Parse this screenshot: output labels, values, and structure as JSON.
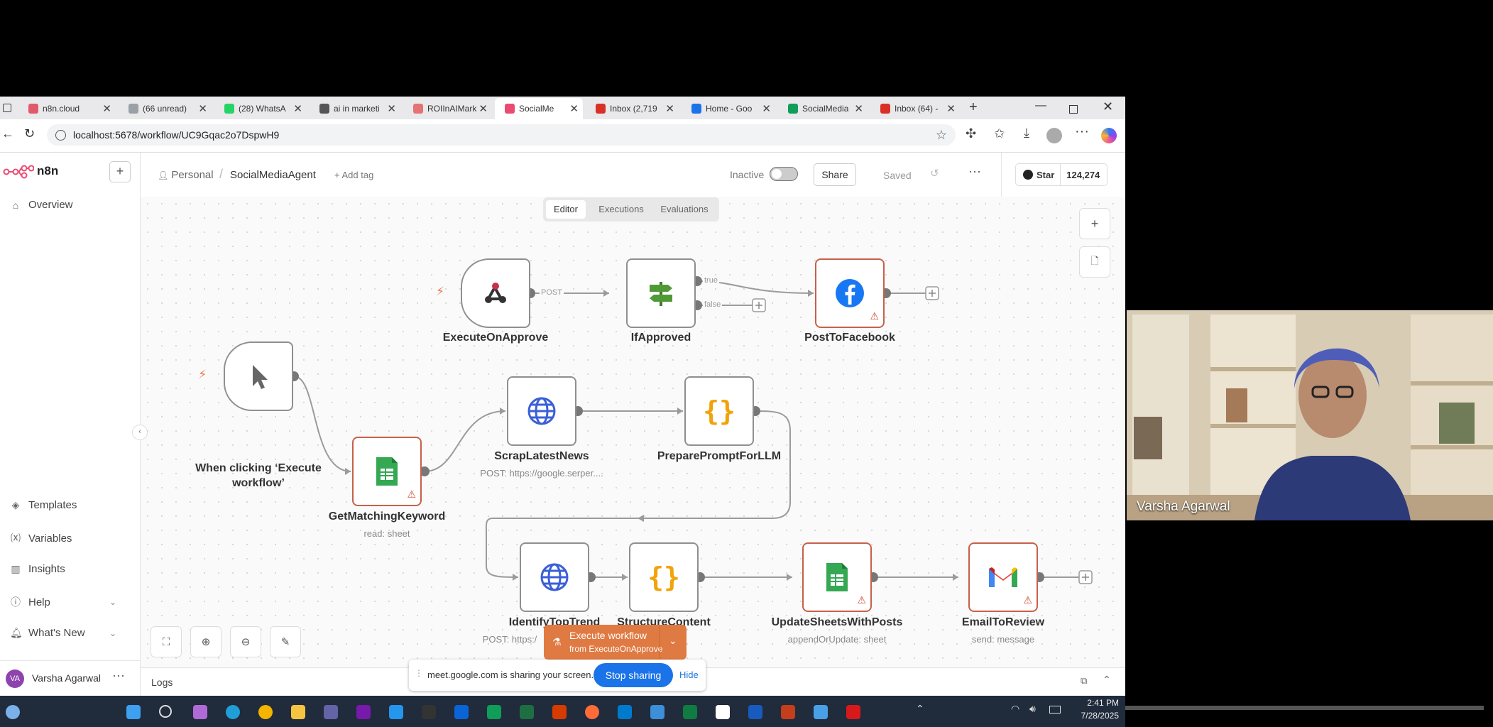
{
  "browser": {
    "tabs": [
      {
        "label": "n8n.cloud",
        "color": "#e05a6a"
      },
      {
        "label": "(66 unread)",
        "color": "#9aa0a6"
      },
      {
        "label": "(28) WhatsA",
        "color": "#25d366"
      },
      {
        "label": "ai in marketi",
        "color": "#555555"
      },
      {
        "label": "ROIInAIMark",
        "color": "#e57373"
      },
      {
        "label": "SocialMe",
        "color": "#ea4b71"
      },
      {
        "label": "Inbox (2,719",
        "color": "#d93025"
      },
      {
        "label": "Home - Goo",
        "color": "#1a73e8"
      },
      {
        "label": "SocialMedia",
        "color": "#0f9d58"
      },
      {
        "label": "Inbox (64) -",
        "color": "#d93025"
      }
    ],
    "url": "localhost:5678/workflow/UC9Gqac2o7DspwH9"
  },
  "app": {
    "logo_text": "n8n",
    "nav_top": [
      {
        "label": "Overview",
        "icon": "home-icon"
      }
    ],
    "nav_bottom": [
      {
        "label": "Templates",
        "icon": "templates-icon"
      },
      {
        "label": "Variables",
        "icon": "variables-icon"
      },
      {
        "label": "Insights",
        "icon": "insights-icon"
      },
      {
        "label": "Help",
        "icon": "help-icon"
      },
      {
        "label": "What's New",
        "icon": "bell-icon"
      }
    ],
    "user": {
      "initials": "VA",
      "name": "Varsha Agarwal"
    }
  },
  "header": {
    "project": "Personal",
    "workflow_name": "SocialMediaAgent",
    "add_tag": "+ Add tag",
    "status": "Inactive",
    "share": "Share",
    "saved": "Saved",
    "star_label": "Star",
    "star_count": "124,274",
    "tabs": [
      "Editor",
      "Executions",
      "Evaluations"
    ]
  },
  "nodes": {
    "execute_on_approve": {
      "label": "ExecuteOnApprove"
    },
    "if_approved": {
      "label": "IfApproved"
    },
    "post_to_facebook": {
      "label": "PostToFacebook"
    },
    "manual_trigger": {
      "label": "When clicking ‘Execute workflow’"
    },
    "get_matching_keyword": {
      "label": "GetMatchingKeyword",
      "sub": "read: sheet"
    },
    "scrap_latest_news": {
      "label": "ScrapLatestNews",
      "sub": "POST: https://google.serper...."
    },
    "prepare_prompt": {
      "label": "PreparePromptForLLM"
    },
    "identify_top_trend": {
      "label": "IdentifyTopTrend",
      "sub": "POST: https:/"
    },
    "structure_content": {
      "label": "StructureContent"
    },
    "update_sheets": {
      "label": "UpdateSheetsWithPosts",
      "sub": "appendOrUpdate: sheet"
    },
    "email_to_review": {
      "label": "EmailToReview",
      "sub": "send: message"
    }
  },
  "edges": {
    "post": "POST",
    "true": "true",
    "false": "false"
  },
  "execute_button": {
    "label": "Execute workflow",
    "sub": "from ExecuteOnApprove"
  },
  "logs_label": "Logs",
  "sharing": {
    "text": "meet.google.com is sharing your screen.",
    "stop": "Stop sharing",
    "hide": "Hide"
  },
  "taskbar": {
    "time": "2:41 PM",
    "date": "7/28/2025"
  },
  "webcam": {
    "name": "Varsha Agarwal"
  }
}
